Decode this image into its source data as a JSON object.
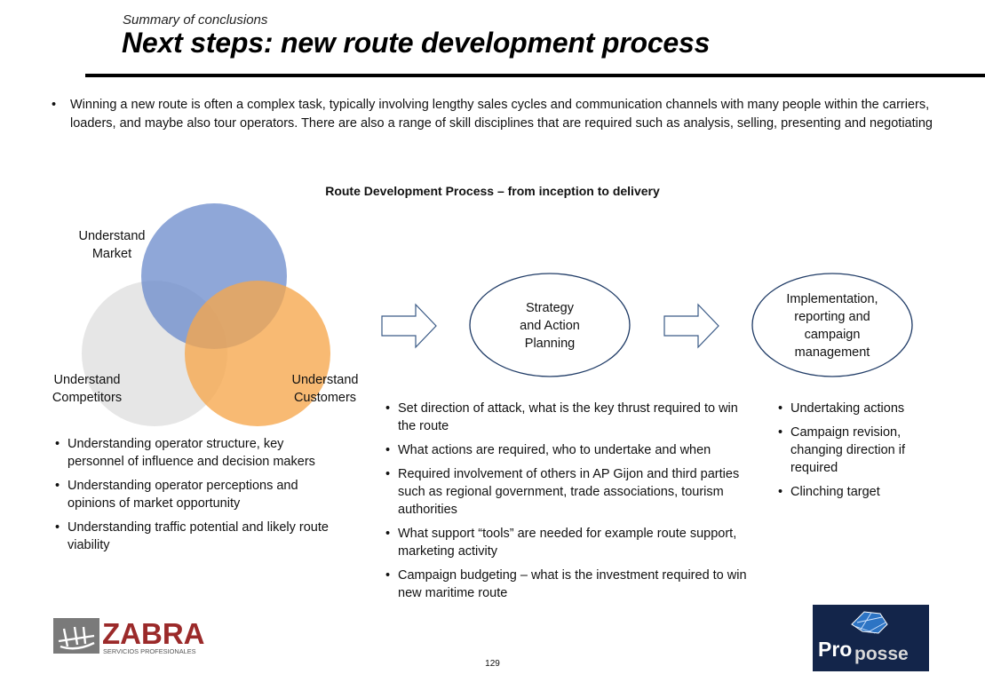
{
  "header": {
    "subtitle": "Summary of conclusions",
    "title": "Next steps: new route development process"
  },
  "intro": {
    "bullet": "Winning a new route is often a complex task, typically involving lengthy sales cycles and communication channels with many people within the carriers, loaders, and maybe also tour operators. There are also a range of skill disciplines that are required such as analysis, selling, presenting and negotiating"
  },
  "diagram": {
    "title": "Route Development Process – from inception to delivery",
    "venn": {
      "market": {
        "line1": "Understand",
        "line2": "Market",
        "color": "#6a8acb"
      },
      "competitors": {
        "line1": "Understand",
        "line2": "Competitors",
        "color": "#e2e2e2"
      },
      "customers": {
        "line1": "Understand",
        "line2": "Customers",
        "color": "#f6a64b"
      }
    },
    "strategy": {
      "line1": "Strategy",
      "line2": "and Action",
      "line3": "Planning"
    },
    "implementation": {
      "line1": "Implementation,",
      "line2": "reporting and",
      "line3": "campaign",
      "line4": "management"
    }
  },
  "columns": {
    "understand": [
      "Understanding operator structure, key personnel of influence and decision makers",
      "Understanding operator perceptions and opinions of market opportunity",
      "Understanding traffic potential and likely route viability"
    ],
    "strategy": [
      "Set direction of attack, what is the key thrust required to win the route",
      "What actions are required, who to undertake and when",
      "Required involvement of others in AP Gijon and third parties such as regional government, trade associations, tourism authorities",
      "What support “tools” are needed for example route support, marketing activity",
      "Campaign budgeting – what is the investment required to win new maritime route"
    ],
    "implementation": [
      "Undertaking actions",
      "Campaign revision, changing direction if required",
      "Clinching target"
    ]
  },
  "footer": {
    "page_number": "129",
    "zabra_name": "ZABRA",
    "zabra_tagline": "SERVICIOS PROFESIONALES",
    "proposse_pro": "Pro",
    "proposse_posse": "posse"
  }
}
